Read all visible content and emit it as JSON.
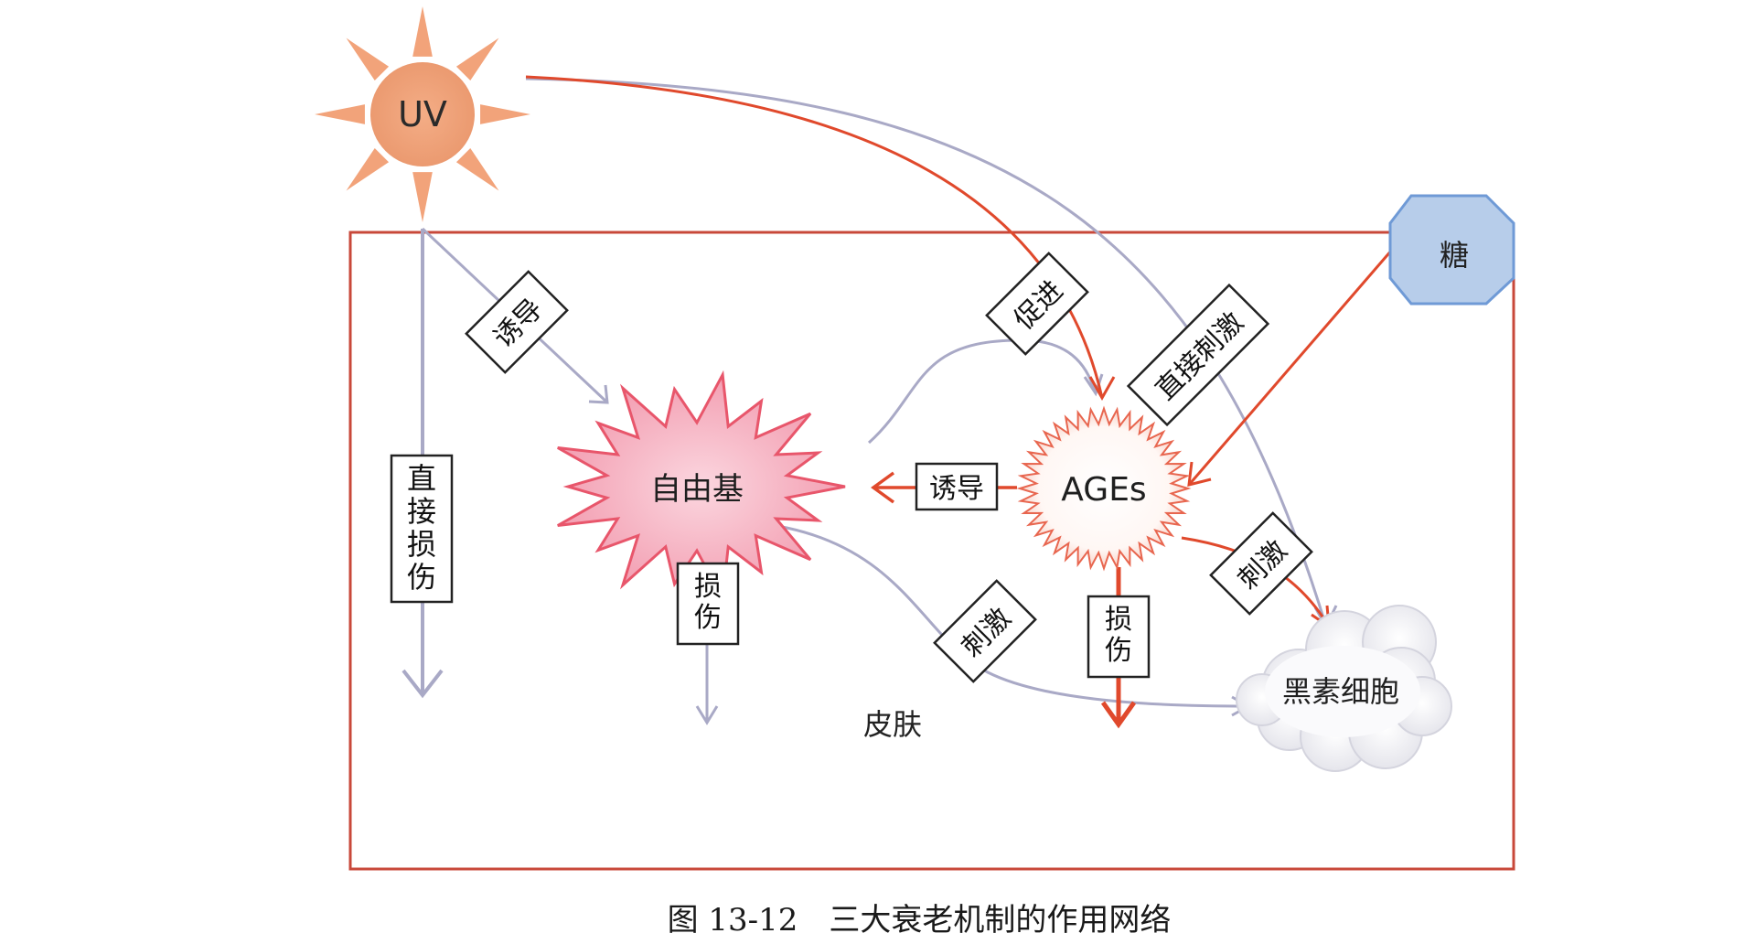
{
  "nodes": {
    "uv": "UV",
    "sugar": "糖",
    "free_radical": "自由基",
    "ages": "AGEs",
    "melanocyte": "黑素细胞",
    "skin": "皮肤"
  },
  "edge_labels": {
    "uv_induce_free_radical": "诱导",
    "uv_promote_ages": "促进",
    "uv_direct_stimulate_melanocyte": "直接刺激",
    "uv_direct_damage": "直接损伤",
    "ages_induce_free_radical": "诱导",
    "free_radical_damage": "损伤",
    "free_radical_stimulate_melanocyte": "刺激",
    "ages_damage": "损伤",
    "ages_stimulate_melanocyte": "刺激"
  },
  "caption": "图 13-12　三大衰老机制的作用网络",
  "colors": {
    "red": "#e0492c",
    "grey": "#a9a9c6",
    "sun": "#f2a37a",
    "sugar_fill": "#b7cdea",
    "sugar_stroke": "#6f9ad6",
    "star_fill": "#f5a6b8",
    "star_stroke": "#e8566b",
    "frame": "#c8483a"
  }
}
